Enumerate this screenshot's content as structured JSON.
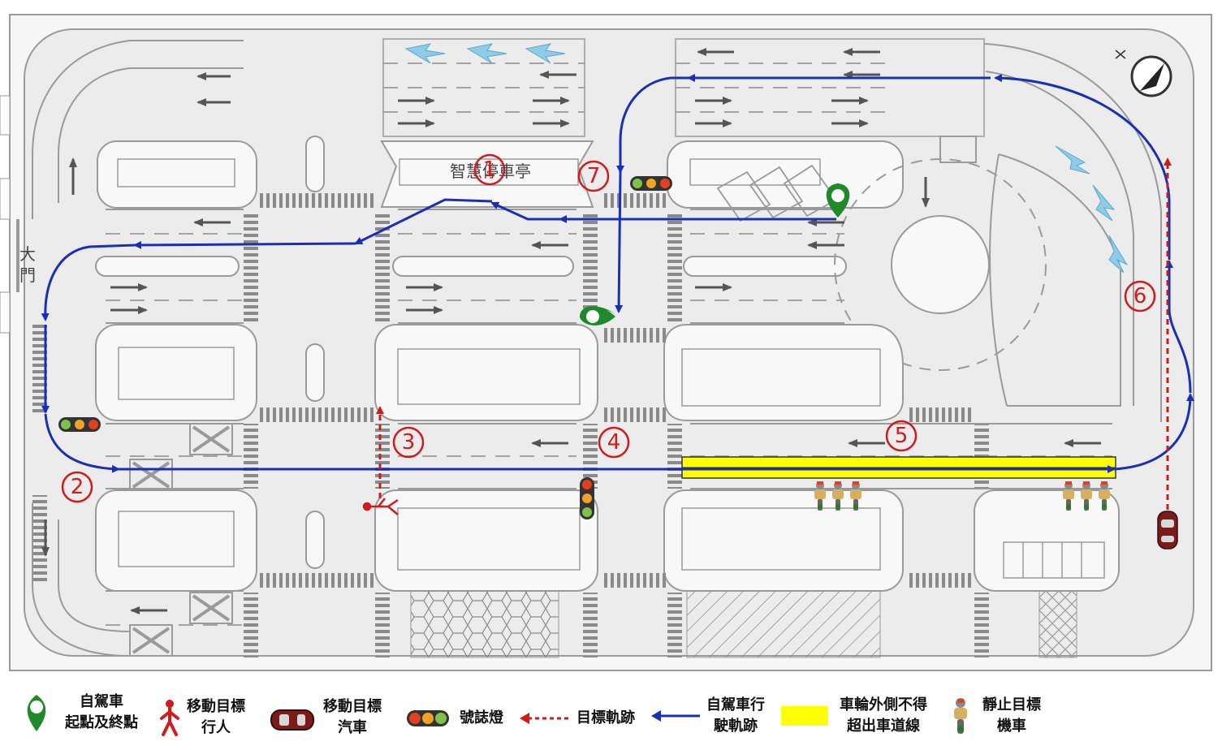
{
  "map": {
    "labels": {
      "gate_line1": "大",
      "gate_line2": "門",
      "kiosk": "智慧停車亭"
    },
    "markers": [
      "1",
      "2",
      "3",
      "4",
      "5",
      "6",
      "7"
    ],
    "colors": {
      "route": "#1a2fb8",
      "target_track": "#d21a1a",
      "marker": "#d21a1a",
      "pin": "#1f8a2a",
      "lane_highlight": "#ffff00",
      "road": "#ececec",
      "outline": "#9a9a9a"
    }
  },
  "legend": {
    "items": [
      {
        "icon": "map-pin-icon",
        "line1": "自駕車",
        "line2": "起點及終點"
      },
      {
        "icon": "pedestrian-icon",
        "line1": "移動目標",
        "line2": "行人"
      },
      {
        "icon": "car-icon",
        "line1": "移動目標",
        "line2": "汽車"
      },
      {
        "icon": "traffic-light-icon",
        "line1": "號誌燈",
        "line2": ""
      },
      {
        "icon": "dashed-arrow-icon",
        "line1": "目標軌跡",
        "line2": ""
      },
      {
        "icon": "solid-arrow-icon",
        "line1": "自駕車行",
        "line2": "駛軌跡"
      },
      {
        "icon": "yellow-lane-icon",
        "line1": "車輪外側不得",
        "line2": "超出車道線"
      },
      {
        "icon": "motorcycle-icon",
        "line1": "靜止目標",
        "line2": "機車"
      }
    ]
  }
}
